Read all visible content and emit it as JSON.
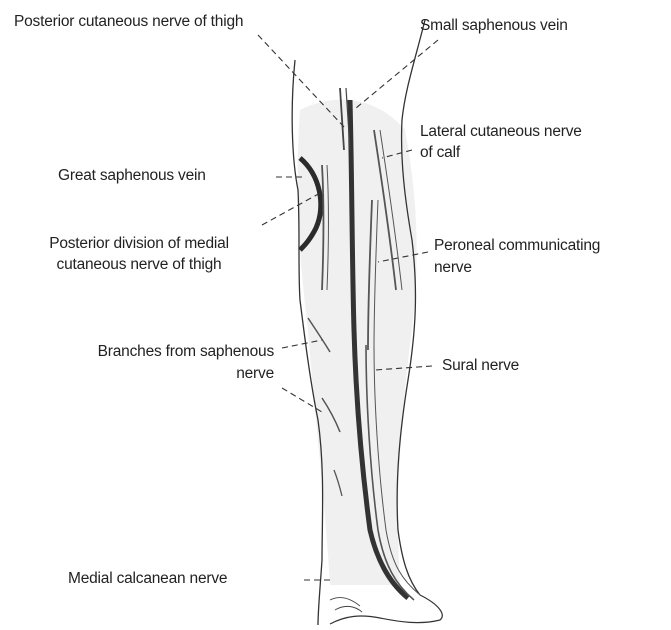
{
  "labels": {
    "posterior_cutaneous_nerve_of_thigh": "Posterior cutaneous nerve of thigh",
    "small_saphenous_vein": "Small saphenous vein",
    "lateral_cutaneous_nerve_of_calf_line1": "Lateral cutaneous nerve",
    "lateral_cutaneous_nerve_of_calf_line2": "of calf",
    "great_saphenous_vein": "Great saphenous vein",
    "posterior_division_line1": "Posterior division of medial",
    "posterior_division_line2": "cutaneous nerve of thigh",
    "peroneal_communicating_line1": "Peroneal communicating",
    "peroneal_communicating_line2": "nerve",
    "branches_from_saphenous_line1": "Branches from saphenous",
    "branches_from_saphenous_line2": "nerve",
    "sural_nerve": "Sural nerve",
    "medial_calcanean_nerve": "Medial calcanean nerve"
  },
  "colors": {
    "ink": "#222222",
    "vein": "#333333",
    "shading": "#ececec"
  }
}
